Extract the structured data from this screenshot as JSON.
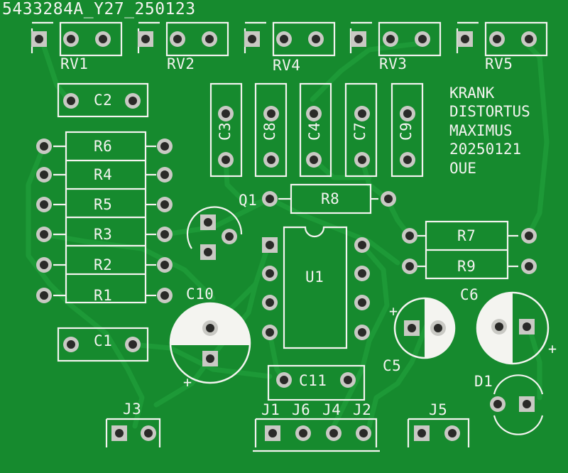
{
  "board_id": "5433284A_Y27_250123",
  "notes": [
    "KRANK",
    "DISTORTUS",
    "MAXIMUS",
    "20250121",
    "OUE"
  ],
  "labels": {
    "rv1": "RV1",
    "rv2": "RV2",
    "rv4": "RV4",
    "rv3": "RV3",
    "rv5": "RV5",
    "c2": "C2",
    "c3": "C3",
    "c8": "C8",
    "c4": "C4",
    "c7": "C7",
    "c9": "C9",
    "r6": "R6",
    "r4": "R4",
    "r5": "R5",
    "r3": "R3",
    "r2": "R2",
    "r1": "R1",
    "r8": "R8",
    "r7": "R7",
    "r9": "R9",
    "q1": "Q1",
    "u1": "U1",
    "c10": "C10",
    "c1": "C1",
    "c5": "C5",
    "c6": "C6",
    "c11": "C11",
    "d1": "D1",
    "j3": "J3",
    "j1": "J1",
    "j6": "J6",
    "j4": "J4",
    "j2": "J2",
    "j5": "J5"
  },
  "colors": {
    "board": "#168a2e",
    "trace": "#1f9a39",
    "silkscreen": "#f4f4f0",
    "pad": "#c9c9c4",
    "hole": "#2a2a28"
  }
}
